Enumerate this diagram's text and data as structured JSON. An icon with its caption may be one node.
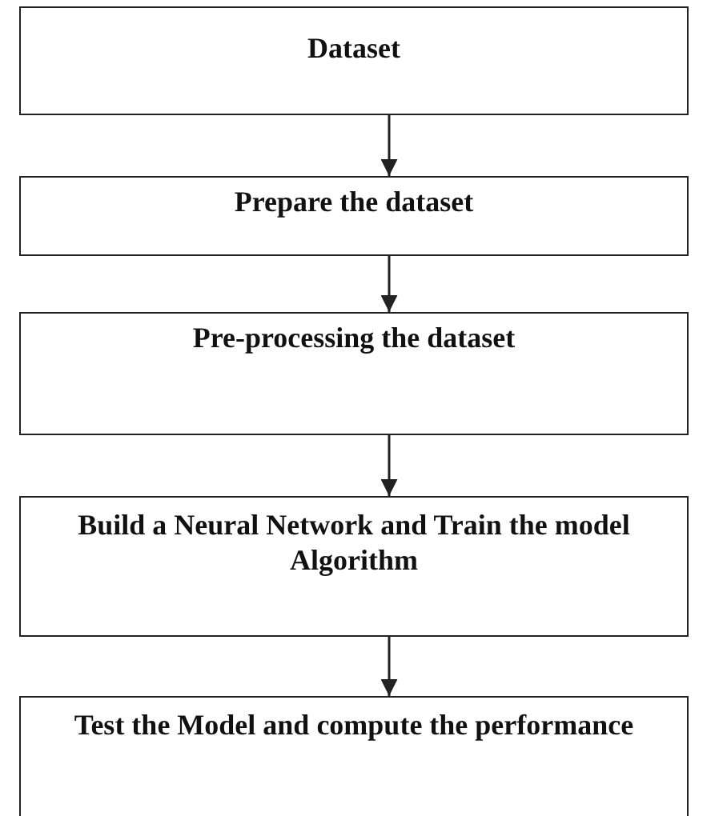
{
  "diagram": {
    "nodes": [
      {
        "text": [
          "Dataset"
        ]
      },
      {
        "text": [
          "Prepare the dataset"
        ]
      },
      {
        "text": [
          "Pre-processing the dataset"
        ]
      },
      {
        "text": [
          "Build a Neural Network and Train the model Algorithm"
        ]
      },
      {
        "text": [
          "Test the Model and compute the performance"
        ]
      }
    ],
    "edges": [
      {
        "from": 0,
        "to": 1,
        "arrow": "to"
      },
      {
        "from": 1,
        "to": 2,
        "arrow": "to"
      },
      {
        "from": 2,
        "to": 3,
        "arrow": "to"
      },
      {
        "from": 3,
        "to": 4,
        "arrow": "to"
      }
    ]
  }
}
